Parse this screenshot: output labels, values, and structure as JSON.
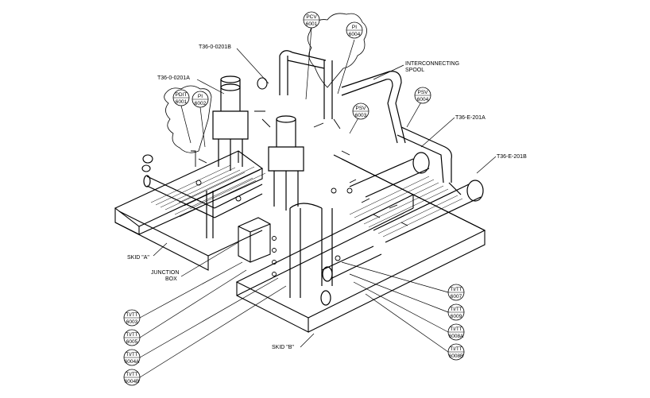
{
  "labels": {
    "line_0201b": "T36-0-0201B",
    "line_0201a": "T36-0-0201A",
    "interconnecting_1": "INTERCONNECTING",
    "interconnecting_2": "SPOOL",
    "exch_201a": "T36-E-201A",
    "exch_201b": "T36-E-201B",
    "skid_a": "SKID \"A\"",
    "skid_b": "SKID \"B\"",
    "junction_1": "JUNCTION",
    "junction_2": "BOX"
  },
  "bubbles": [
    {
      "top": "PCV",
      "bottom": "6001"
    },
    {
      "top": "PI",
      "bottom": "6004"
    },
    {
      "top": "PDIT",
      "bottom": "6001"
    },
    {
      "top": "PI",
      "bottom": "6002"
    },
    {
      "top": "PSV",
      "bottom": "6003"
    },
    {
      "top": "PSV",
      "bottom": "6004"
    },
    {
      "top": "TI/TT",
      "bottom": "6003"
    },
    {
      "top": "TI/TT",
      "bottom": "6005"
    },
    {
      "top": "TI/TT",
      "bottom": "6004A"
    },
    {
      "top": "TI/TT",
      "bottom": "6004B"
    },
    {
      "top": "TI/TT",
      "bottom": "6007"
    },
    {
      "top": "TI/TT",
      "bottom": "6009"
    },
    {
      "top": "TI/TT",
      "bottom": "6008A"
    },
    {
      "top": "TI/TT",
      "bottom": "6008B"
    }
  ]
}
